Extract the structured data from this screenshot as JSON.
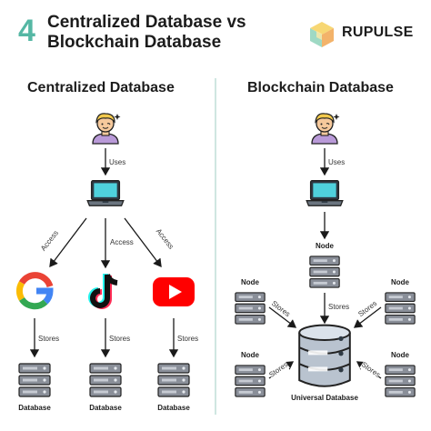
{
  "header": {
    "number": "4",
    "title": "Centralized Database vs Blockchain Database",
    "brand": "RUPULSE",
    "logo_icon": "isometric-cube-logo",
    "accent_color": "#55b7a4"
  },
  "centralized": {
    "heading": "Centralized Database",
    "uses_label": "Uses",
    "access_labels": [
      "Access",
      "Access",
      "Access"
    ],
    "services": [
      {
        "name": "google",
        "icon": "google-icon"
      },
      {
        "name": "tiktok",
        "icon": "tiktok-icon"
      },
      {
        "name": "youtube",
        "icon": "youtube-icon"
      }
    ],
    "stores_labels": [
      "Stores",
      "Stores",
      "Stores"
    ],
    "database_labels": [
      "Database",
      "Database",
      "Database"
    ]
  },
  "blockchain": {
    "heading": "Blockchain Database",
    "uses_label": "Uses",
    "node_labels": [
      "Node",
      "Node",
      "Node",
      "Node",
      "Node"
    ],
    "stores_labels": [
      "Stores",
      "Stores",
      "Stores",
      "Stores",
      "Stores"
    ],
    "universal_label": "Universal Database"
  },
  "colors": {
    "laptop_screen": "#4fd1dc",
    "server": "#8a8f99",
    "server_light": "#c7cbd3",
    "db_fill": "#b9c3cf",
    "google_blue": "#4285F4",
    "google_red": "#EA4335",
    "google_yellow": "#FBBC05",
    "google_green": "#34A853",
    "youtube_red": "#ff0000"
  }
}
